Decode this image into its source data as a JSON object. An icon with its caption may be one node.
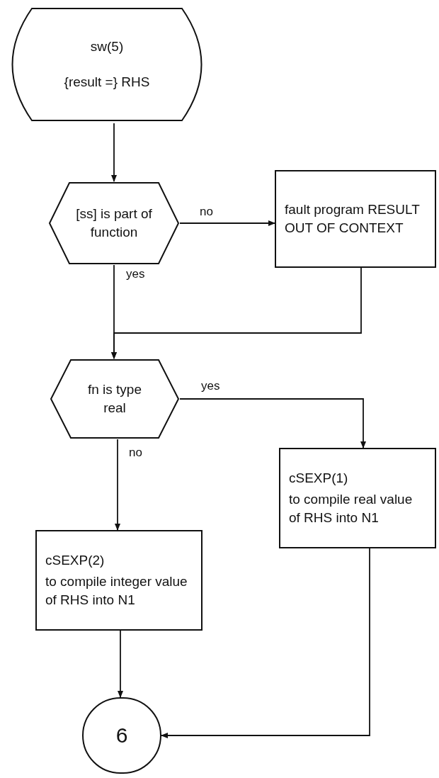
{
  "diagram": {
    "nodes": [
      {
        "text": [
          "sw(5)",
          "{result =} RHS"
        ]
      },
      {
        "text": [
          "[ss] is part of function"
        ]
      },
      {
        "text": [
          "fault program RESULT OUT OF CONTEXT"
        ]
      },
      {
        "text": [
          "fn is type real"
        ]
      },
      {
        "text": [
          "cSEXP(1)",
          "to compile real value of RHS into N1"
        ]
      },
      {
        "text": [
          "cSEXP(2)",
          "to compile integer value of RHS into N1"
        ]
      },
      {
        "text": [
          "6"
        ]
      }
    ],
    "edges": [
      {
        "from": 0,
        "to": 1,
        "arrow": "to"
      },
      {
        "from": 1,
        "to": 2,
        "arrow": "to",
        "label": "no"
      },
      {
        "from": 1,
        "to": 3,
        "arrow": "to",
        "label": "yes"
      },
      {
        "from": 2,
        "to": 3,
        "arrow": "to"
      },
      {
        "from": 3,
        "to": 4,
        "arrow": "to",
        "label": "yes"
      },
      {
        "from": 3,
        "to": 5,
        "arrow": "to",
        "label": "no"
      },
      {
        "from": 5,
        "to": 6,
        "arrow": "to"
      },
      {
        "from": 4,
        "to": 6,
        "arrow": "to"
      }
    ]
  }
}
